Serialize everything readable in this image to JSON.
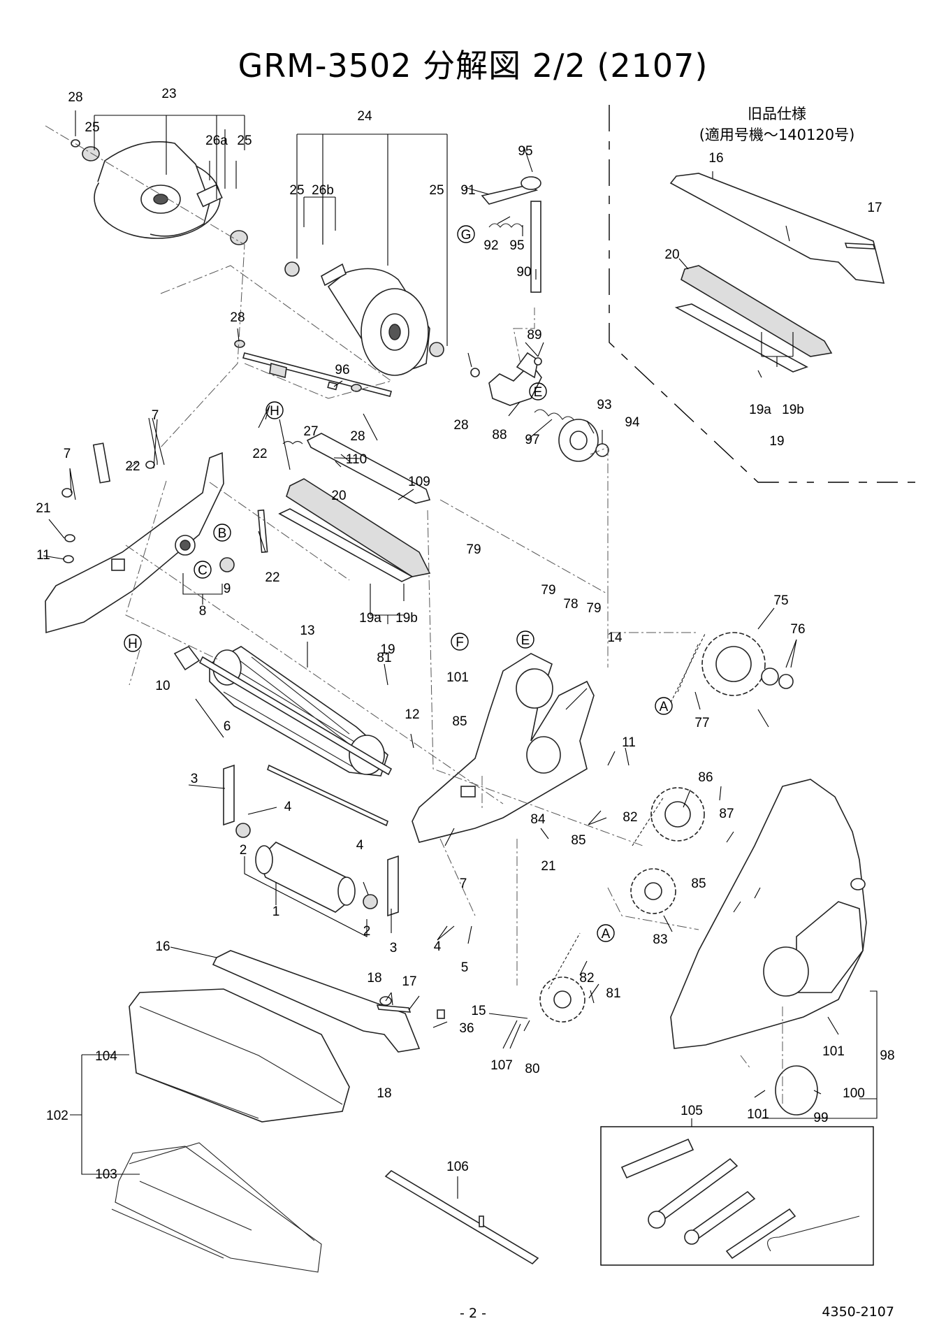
{
  "title": "GRM-3502 分解図 2/2 (2107)",
  "inset": {
    "line1": "旧品仕様",
    "line2": "(適用号機〜140120号)"
  },
  "labels": {
    "p1": "1",
    "p2a": "2",
    "p2b": "2",
    "p3a": "3",
    "p3b": "3",
    "p4a": "4",
    "p4b": "4",
    "p4c": "4",
    "p5": "5",
    "p6": "6",
    "p7a": "7",
    "p7b": "7",
    "p7c": "7",
    "p8": "8",
    "p9": "9",
    "p10": "10",
    "p11a": "11",
    "p11b": "11",
    "p12": "12",
    "p13": "13",
    "p14": "14",
    "p15": "15",
    "p16": "16",
    "p16i": "16",
    "p17": "17",
    "p17i": "17",
    "p18a": "18",
    "p18b": "18",
    "p19": "19",
    "p19a": "19a",
    "p19b": "19b",
    "p19i": "19",
    "p19ai": "19a",
    "p19bi": "19b",
    "p20": "20",
    "p20i": "20",
    "p21a": "21",
    "p21b": "21",
    "p22a": "22",
    "p22b": "22",
    "p22c": "22",
    "p23": "23",
    "p24": "24",
    "p25a": "25",
    "p25b": "25",
    "p25c": "25",
    "p25d": "25",
    "p26a": "26a",
    "p26b": "26b",
    "p27": "27",
    "p28a": "28",
    "p28b": "28",
    "p28c": "28",
    "p28d": "28",
    "p36": "36",
    "p75": "75",
    "p76": "76",
    "p77": "77",
    "p78": "78",
    "p79a": "79",
    "p79b": "79",
    "p79c": "79",
    "p80": "80",
    "p81a": "81",
    "p81b": "81",
    "p82a": "82",
    "p82b": "82",
    "p83": "83",
    "p84": "84",
    "p85a": "85",
    "p85b": "85",
    "p85c": "85",
    "p86": "86",
    "p87": "87",
    "p88": "88",
    "p89": "89",
    "p90": "90",
    "p91": "91",
    "p92": "92",
    "p93": "93",
    "p94": "94",
    "p95a": "95",
    "p95b": "95",
    "p96": "96",
    "p97": "97",
    "p98": "98",
    "p99": "99",
    "p100": "100",
    "p101a": "101",
    "p101b": "101",
    "p101c": "101",
    "p102": "102",
    "p103": "103",
    "p104": "104",
    "p105": "105",
    "p106": "106",
    "p107": "107",
    "p109": "109",
    "p110": "110"
  },
  "markers": {
    "A1": "A",
    "A2": "A",
    "B": "B",
    "C": "C",
    "E1": "E",
    "E2": "E",
    "F": "F",
    "G": "G",
    "H1": "H",
    "H2": "H"
  },
  "footer": {
    "page": "- 2 -",
    "code": "4350-2107"
  }
}
